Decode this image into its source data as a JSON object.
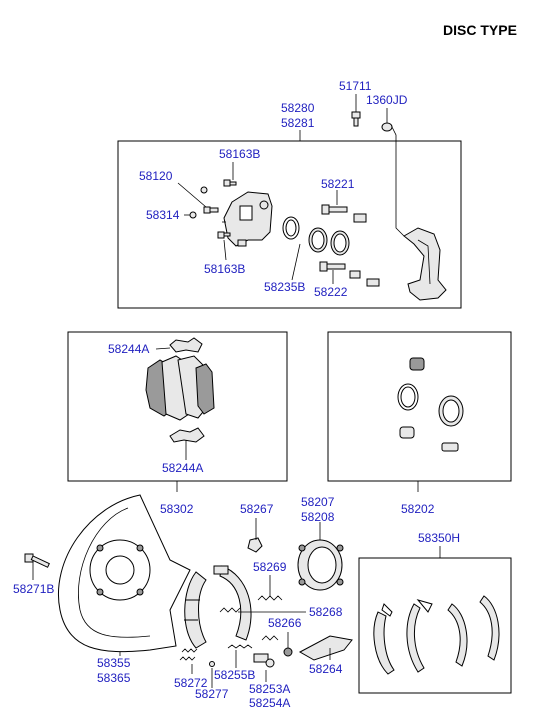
{
  "title": "DISC TYPE",
  "labels": {
    "p51711": "51711",
    "p1360JD": "1360JD",
    "p58280": "58280",
    "p58281": "58281",
    "p58163B_top": "58163B",
    "p58120": "58120",
    "p58314": "58314",
    "p58163B_bottom": "58163B",
    "p58221": "58221",
    "p58235B": "58235B",
    "p58222": "58222",
    "p58244A_top": "58244A",
    "p58244A_bottom": "58244A",
    "p58302": "58302",
    "p58202": "58202",
    "p58267": "58267",
    "p58207": "58207",
    "p58208": "58208",
    "p58350H": "58350H",
    "p58271B": "58271B",
    "p58269": "58269",
    "p58268": "58268",
    "p58266": "58266",
    "p58264": "58264",
    "p58355": "58355",
    "p58365": "58365",
    "p58272": "58272",
    "p58255B": "58255B",
    "p58277": "58277",
    "p58253A": "58253A",
    "p58254A": "58254A"
  }
}
